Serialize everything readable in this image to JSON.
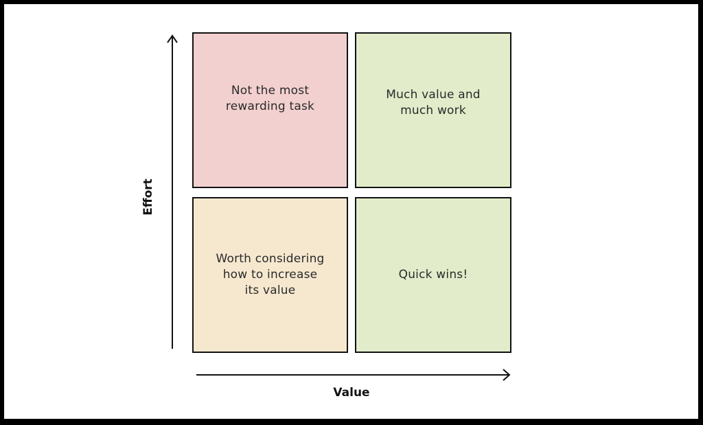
{
  "diagram": {
    "type": "2x2 matrix",
    "x_axis": {
      "label": "Value",
      "direction": "right"
    },
    "y_axis": {
      "label": "Effort",
      "direction": "up"
    },
    "quadrants": [
      {
        "position": "top-left",
        "text": "Not the most\nrewarding task",
        "color": "#f2d0cf"
      },
      {
        "position": "top-right",
        "text": "Much value and\nmuch work",
        "color": "#e2ecca"
      },
      {
        "position": "bottom-left",
        "text": "Worth considering\nhow to increase\nits value",
        "color": "#f6e8cf"
      },
      {
        "position": "bottom-right",
        "text": "Quick wins!",
        "color": "#e2ecca"
      }
    ]
  },
  "colors": {
    "border": "#111111",
    "frame": "#000000",
    "background": "#ffffff"
  }
}
